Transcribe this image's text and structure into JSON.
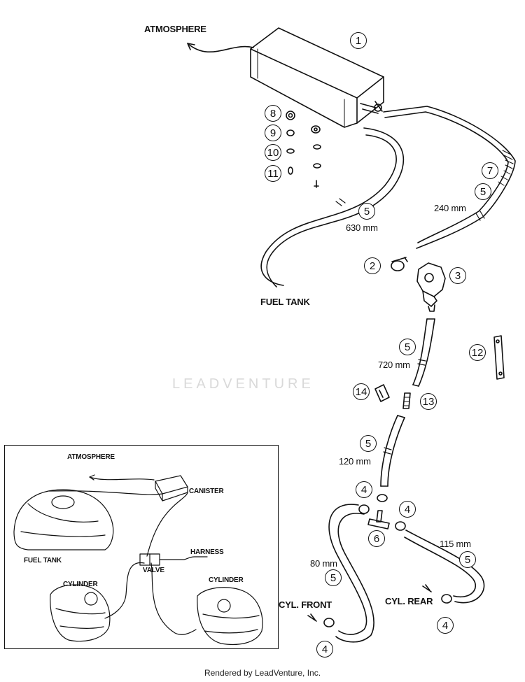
{
  "labels": {
    "atmosphere": "ATMOSPHERE",
    "fuel_tank": "FUEL TANK",
    "cyl_front": "CYL. FRONT",
    "cyl_rear": "CYL. REAR"
  },
  "dimensions": {
    "d630": "630 mm",
    "d240": "240 mm",
    "d720": "720 mm",
    "d120": "120 mm",
    "d115": "115 mm",
    "d80": "80 mm"
  },
  "callouts": {
    "c1": "1",
    "c2": "2",
    "c3": "3",
    "c4a": "4",
    "c4b": "4",
    "c4c": "4",
    "c4d": "4",
    "c5a": "5",
    "c5b": "5",
    "c5c": "5",
    "c5d": "5",
    "c5e": "5",
    "c5f": "5",
    "c6": "6",
    "c7": "7",
    "c8": "8",
    "c9": "9",
    "c10": "10",
    "c11": "11",
    "c12": "12",
    "c13": "13",
    "c14": "14"
  },
  "inset": {
    "atmosphere": "ATMOSPHERE",
    "canister": "CANISTER",
    "harness": "HARNESS",
    "valve": "VALVE",
    "fuel_tank": "FUEL TANK",
    "cylinder_left": "CYLINDER",
    "cylinder_right": "CYLINDER"
  },
  "watermark": "LEADVENTURE",
  "footer": "Rendered by LeadVenture, Inc."
}
